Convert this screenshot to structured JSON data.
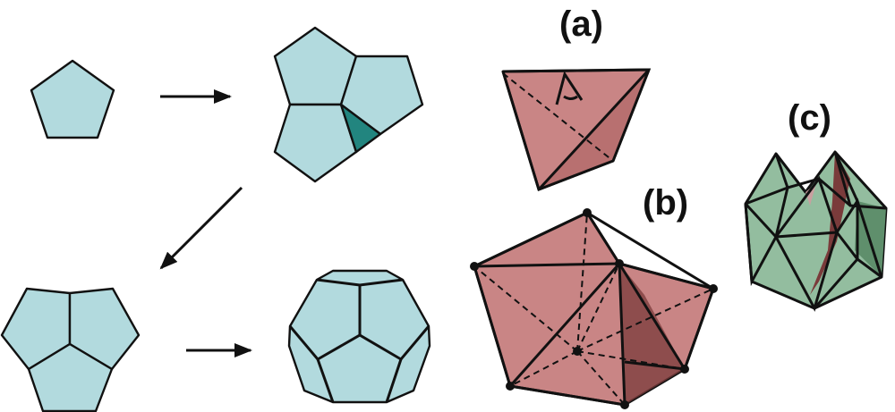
{
  "labels": {
    "a": "(a)",
    "b": "(b)",
    "c": "(c)"
  },
  "colors": {
    "pentagon": "#b2dade",
    "gap": "#22857f",
    "pink": "#c98585",
    "dark_pink": "#7a3b3b",
    "green": "#93bd9f"
  }
}
